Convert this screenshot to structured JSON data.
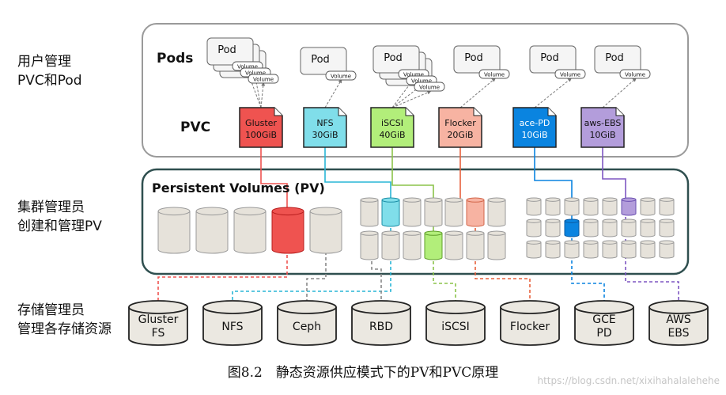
{
  "side_labels": {
    "user": [
      "用户管理",
      "PVC和Pod"
    ],
    "admin": [
      "集群管理员",
      "创建和管理PV"
    ],
    "storage": [
      "存储管理员",
      "管理各存储资源"
    ]
  },
  "pods_label": "Pods",
  "pvc_label": "PVC",
  "pod_text": "Pod",
  "volume_text": "Volume",
  "pv_title": "Persistent Volumes (PV)",
  "pvcs": [
    {
      "name": "Gluster",
      "size": "100GiB",
      "color": "#ef5350"
    },
    {
      "name": "NFS",
      "size": "30GiB",
      "color": "#80deea"
    },
    {
      "name": "iSCSI",
      "size": "40GiB",
      "color": "#b2ee7a"
    },
    {
      "name": "Flocker",
      "size": "20GiB",
      "color": "#f7b3a2"
    },
    {
      "name": "ace-PD",
      "size": "10GiB",
      "color": "#0a84e0"
    },
    {
      "name": "aws-EBS",
      "size": "10GiB",
      "color": "#b39ddb"
    }
  ],
  "storage_backends": [
    {
      "line1": "Gluster",
      "line2": "FS"
    },
    {
      "line1": "NFS",
      "line2": ""
    },
    {
      "line1": "Ceph",
      "line2": ""
    },
    {
      "line1": "RBD",
      "line2": ""
    },
    {
      "line1": "iSCSI",
      "line2": ""
    },
    {
      "line1": "Flocker",
      "line2": ""
    },
    {
      "line1": "GCE",
      "line2": "PD"
    },
    {
      "line1": "AWS",
      "line2": "EBS"
    }
  ],
  "caption": "图8.2　静态资源供应模式下的PV和PVC原理",
  "watermark": "https://blog.csdn.net/xixihahalalehehe",
  "colors": {
    "gluster": "#ef5350",
    "nfs": "#29b6d6",
    "ceph": "#888888",
    "iscsi": "#8bc34a",
    "flocker": "#e8603c",
    "gce": "#0a84e0",
    "aws": "#7e57c2",
    "disk_fill": "#e6e2da",
    "panel_border": "#2f4f4f"
  }
}
